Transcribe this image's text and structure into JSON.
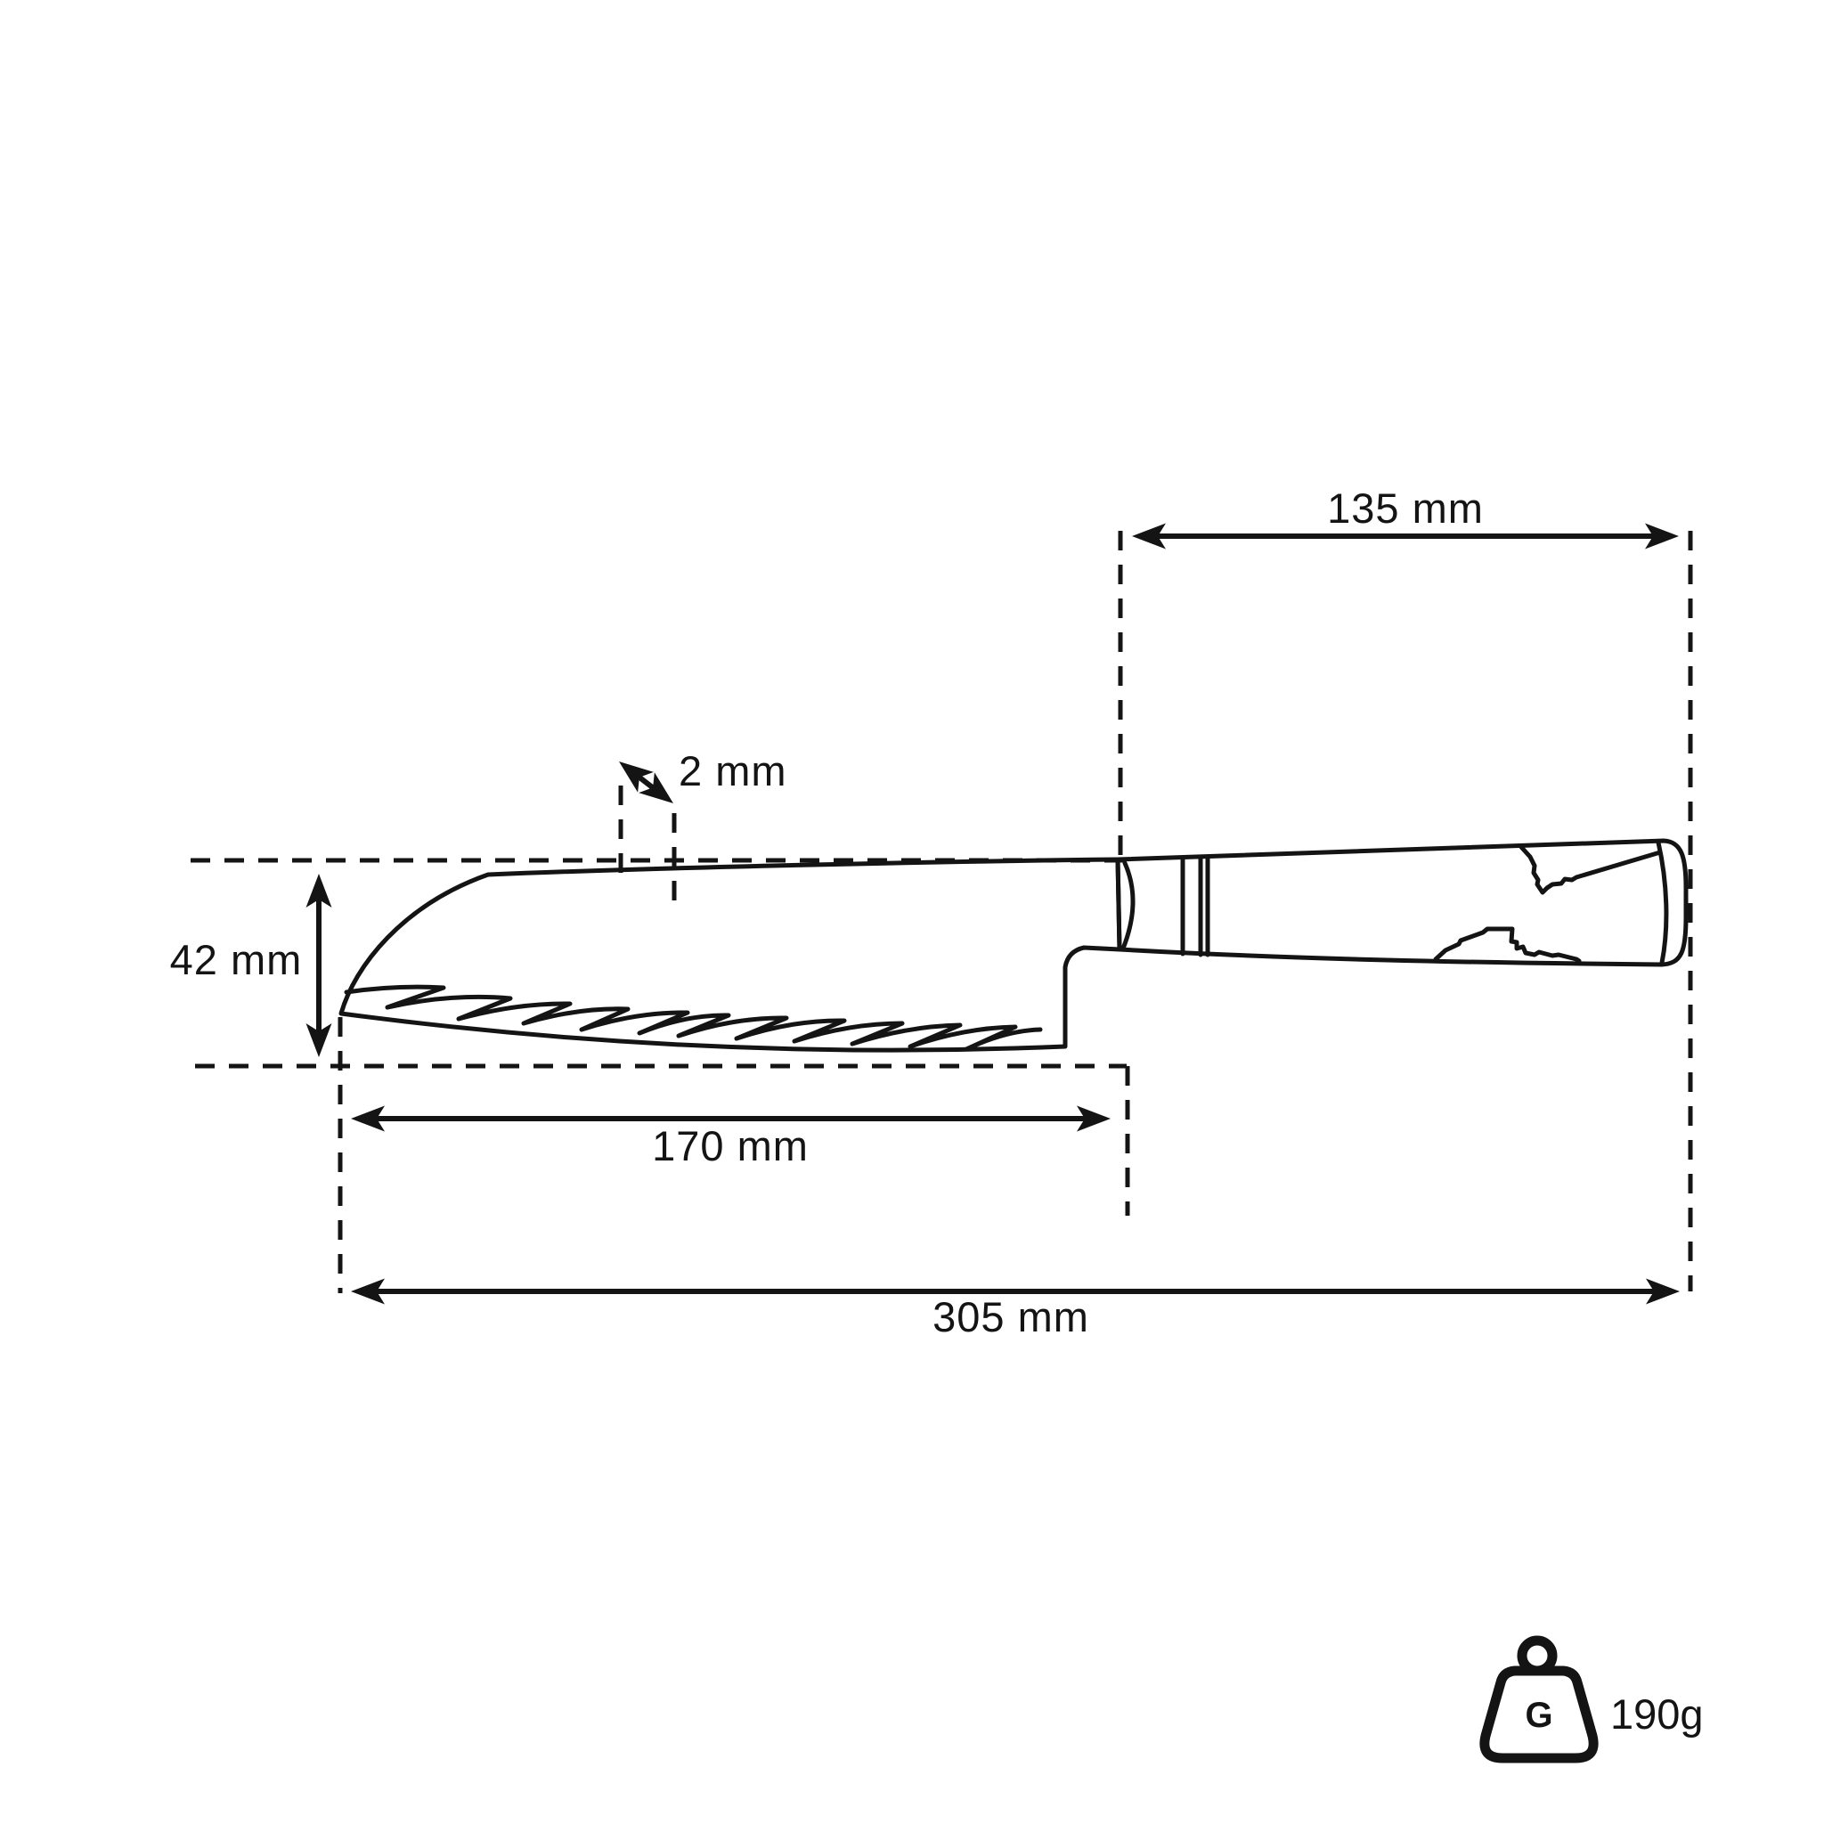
{
  "diagram": {
    "title": "knife-dimension-diagram",
    "dimensions": {
      "handle_length": {
        "label": "135 mm"
      },
      "spine_thickness": {
        "label": "2 mm"
      },
      "blade_height": {
        "label": "42 mm"
      },
      "blade_length": {
        "label": "170 mm"
      },
      "total_length": {
        "label": "305 mm"
      }
    },
    "weight": {
      "value": "190g",
      "icon_letter": "G"
    },
    "colors": {
      "line": "#141414",
      "background": "#ffffff"
    }
  }
}
